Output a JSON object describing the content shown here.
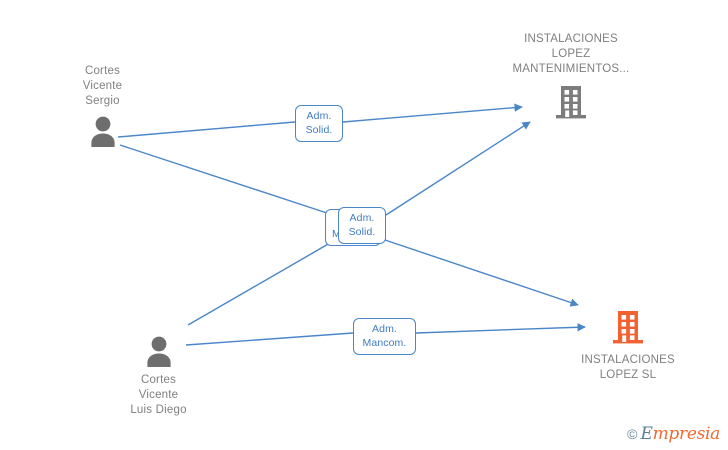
{
  "diagram": {
    "type": "corporate-relationship-graph",
    "background": "#ffffff",
    "colors": {
      "edge": "#4a86c8",
      "chip_border": "#4a86c8",
      "chip_text": "#3f7cc4",
      "person_icon": "#6e6e6e",
      "company_icon_gray": "#7c7c7c",
      "company_icon_orange": "#f4602f",
      "node_label": "#808080",
      "watermark_orange": "#ef6a33",
      "watermark_blue": "#5c7f93"
    },
    "persons": [
      {
        "id": "p1",
        "name": "Cortes\nVicente\nSergio",
        "icon": "person-icon"
      },
      {
        "id": "p2",
        "name": "Cortes\nVicente\nLuis Diego",
        "icon": "person-icon"
      }
    ],
    "companies": [
      {
        "id": "c1",
        "name": "INSTALACIONES\nLOPEZ\nMANTENIMIENTOS...",
        "icon": "building-icon",
        "color": "#7c7c7c"
      },
      {
        "id": "c2",
        "name": "INSTALACIONES\nLOPEZ SL",
        "icon": "building-icon",
        "color": "#f4602f"
      }
    ],
    "edges": [
      {
        "id": "e1",
        "from": "p1",
        "to": "c1",
        "label": "Adm.\nSolid."
      },
      {
        "id": "e2",
        "from": "p1",
        "to": "c2",
        "label": "Adm.\nSolid."
      },
      {
        "id": "e3",
        "from": "p2",
        "to": "c1",
        "label": "Adm.\nMancom."
      },
      {
        "id": "e4",
        "from": "p2",
        "to": "c2",
        "label": "Adm.\nMancom."
      }
    ]
  },
  "watermark": {
    "copyright": "©",
    "brand_first": "E",
    "brand_rest": "mpresia"
  }
}
